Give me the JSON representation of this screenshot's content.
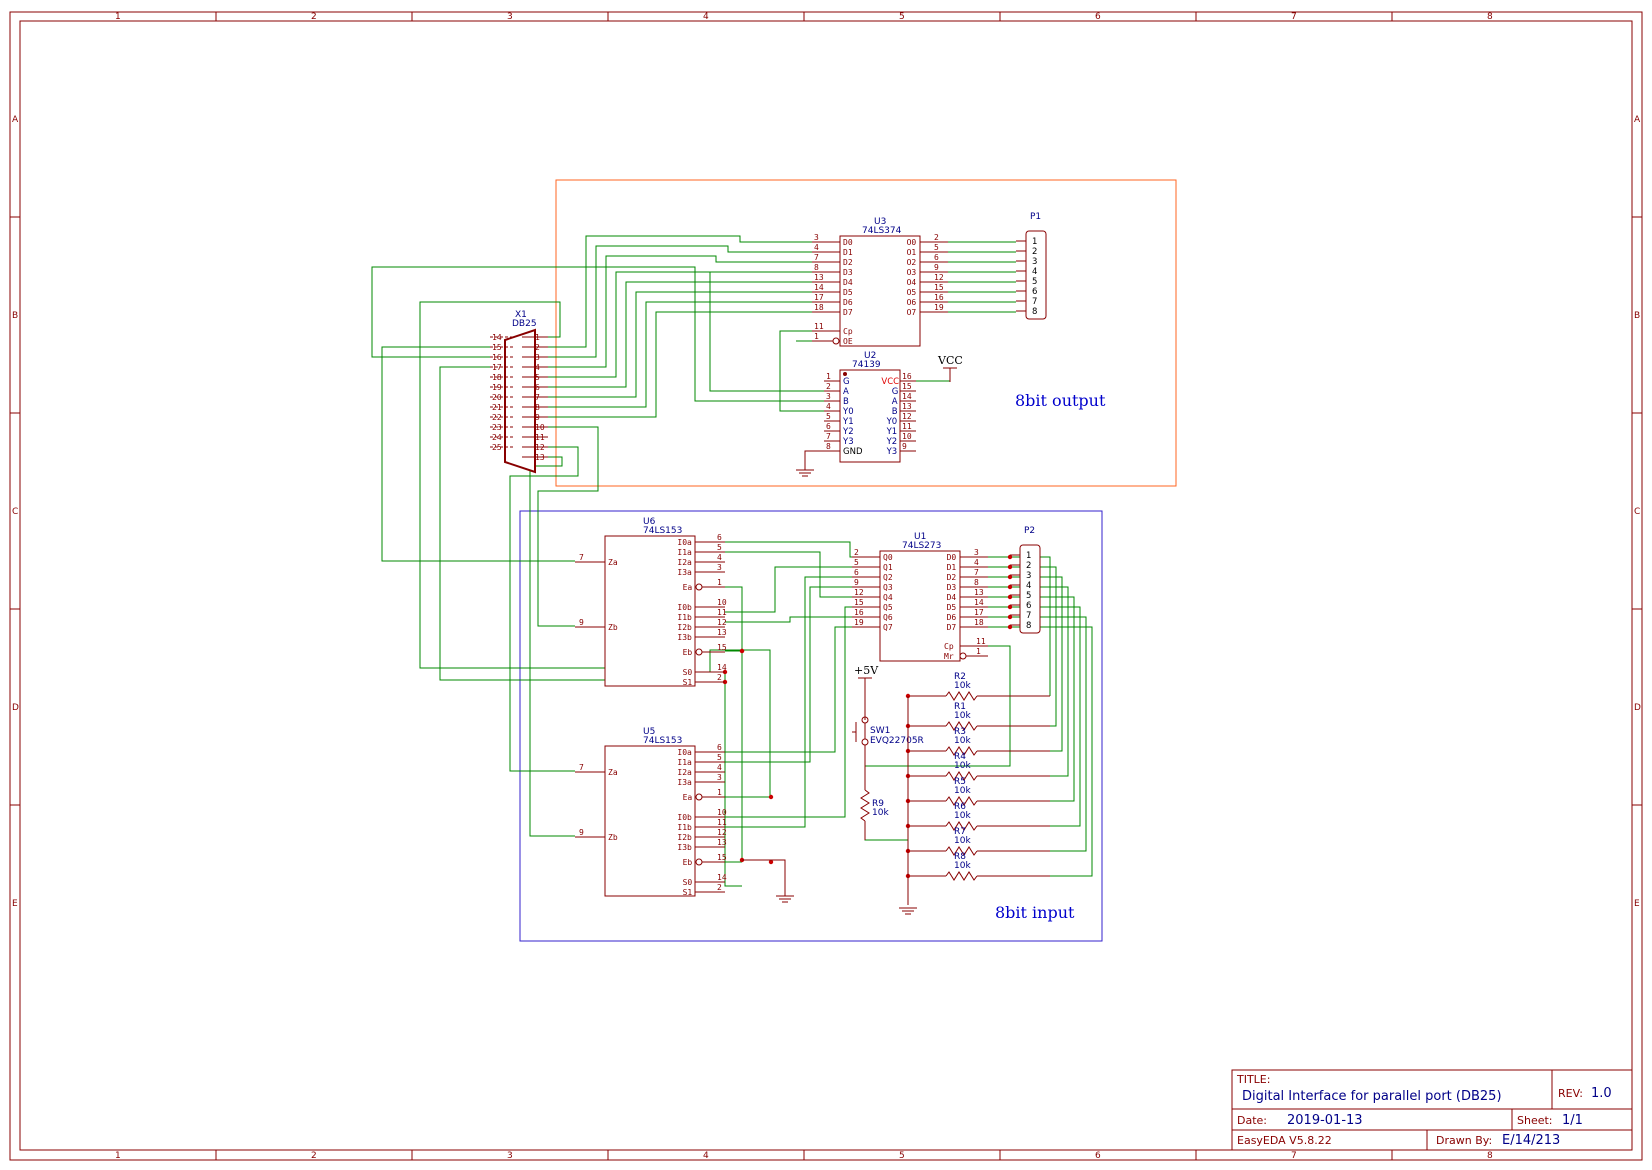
{
  "sheet": {
    "col_labels": [
      "1",
      "2",
      "3",
      "4",
      "5",
      "6",
      "7",
      "8"
    ],
    "row_labels": [
      "A",
      "B",
      "C",
      "D",
      "E"
    ]
  },
  "notes": {
    "output": "8bit output",
    "input": "8bit input"
  },
  "power": {
    "vcc": "VCC",
    "plus5v": "+5V"
  },
  "parts": {
    "u3": {
      "ref": "U3",
      "value": "74LS374",
      "left_pins": [
        [
          "3",
          "D0"
        ],
        [
          "4",
          "D1"
        ],
        [
          "7",
          "D2"
        ],
        [
          "8",
          "D3"
        ],
        [
          "13",
          "D4"
        ],
        [
          "14",
          "D5"
        ],
        [
          "17",
          "D6"
        ],
        [
          "18",
          "D7"
        ]
      ],
      "right_pins": [
        [
          "2",
          "O0"
        ],
        [
          "5",
          "O1"
        ],
        [
          "6",
          "O2"
        ],
        [
          "9",
          "O3"
        ],
        [
          "12",
          "O4"
        ],
        [
          "15",
          "O5"
        ],
        [
          "16",
          "O6"
        ],
        [
          "19",
          "O7"
        ]
      ],
      "ctrl_pins": [
        [
          "11",
          "Cp"
        ],
        [
          "1",
          "OE"
        ]
      ]
    },
    "u2": {
      "ref": "U2",
      "value": "74139",
      "left_pins": [
        [
          "1",
          "G"
        ],
        [
          "2",
          "A"
        ],
        [
          "3",
          "B"
        ],
        [
          "4",
          "Y0"
        ],
        [
          "5",
          "Y1"
        ],
        [
          "6",
          "Y2"
        ],
        [
          "7",
          "Y3"
        ],
        [
          "8",
          "GND"
        ]
      ],
      "right_pins": [
        [
          "16",
          "VCC"
        ],
        [
          "15",
          "G"
        ],
        [
          "14",
          "A"
        ],
        [
          "13",
          "B"
        ],
        [
          "12",
          "Y0"
        ],
        [
          "11",
          "Y1"
        ],
        [
          "10",
          "Y2"
        ],
        [
          "9",
          "Y3"
        ]
      ]
    },
    "p1": {
      "ref": "P1",
      "pins": [
        "1",
        "2",
        "3",
        "4",
        "5",
        "6",
        "7",
        "8"
      ]
    },
    "p2": {
      "ref": "P2",
      "pins": [
        "1",
        "2",
        "3",
        "4",
        "5",
        "6",
        "7",
        "8"
      ]
    },
    "x1": {
      "ref": "X1",
      "value": "DB25",
      "left_pins": [
        "14",
        "15",
        "16",
        "17",
        "18",
        "19",
        "20",
        "21",
        "22",
        "23",
        "24",
        "25"
      ],
      "right_pins": [
        "1",
        "2",
        "3",
        "4",
        "5",
        "6",
        "7",
        "8",
        "9",
        "10",
        "11",
        "12",
        "13"
      ]
    },
    "u6": {
      "ref": "U6",
      "value": "74LS153",
      "left_pins": [
        [
          "7",
          "Za"
        ],
        [
          "9",
          "Zb"
        ]
      ],
      "right_pins": [
        [
          "6",
          "I0a"
        ],
        [
          "5",
          "I1a"
        ],
        [
          "4",
          "I2a"
        ],
        [
          "3",
          "I3a"
        ],
        [
          "1",
          "Ea"
        ],
        [
          "10",
          "I0b"
        ],
        [
          "11",
          "I1b"
        ],
        [
          "12",
          "I2b"
        ],
        [
          "13",
          "I3b"
        ],
        [
          "15",
          "Eb"
        ],
        [
          "14",
          "S0"
        ],
        [
          "2",
          "S1"
        ]
      ]
    },
    "u5": {
      "ref": "U5",
      "value": "74LS153",
      "left_pins": [
        [
          "7",
          "Za"
        ],
        [
          "9",
          "Zb"
        ]
      ],
      "right_pins": [
        [
          "6",
          "I0a"
        ],
        [
          "5",
          "I1a"
        ],
        [
          "4",
          "I2a"
        ],
        [
          "3",
          "I3a"
        ],
        [
          "1",
          "Ea"
        ],
        [
          "10",
          "I0b"
        ],
        [
          "11",
          "I1b"
        ],
        [
          "12",
          "I2b"
        ],
        [
          "13",
          "I3b"
        ],
        [
          "15",
          "Eb"
        ],
        [
          "14",
          "S0"
        ],
        [
          "2",
          "S1"
        ]
      ]
    },
    "u1": {
      "ref": "U1",
      "value": "74LS273",
      "left_pins": [
        [
          "2",
          "Q0"
        ],
        [
          "5",
          "Q1"
        ],
        [
          "6",
          "Q2"
        ],
        [
          "9",
          "Q3"
        ],
        [
          "12",
          "Q4"
        ],
        [
          "15",
          "Q5"
        ],
        [
          "16",
          "Q6"
        ],
        [
          "19",
          "Q7"
        ]
      ],
      "right_pins": [
        [
          "3",
          "D0"
        ],
        [
          "4",
          "D1"
        ],
        [
          "7",
          "D2"
        ],
        [
          "8",
          "D3"
        ],
        [
          "13",
          "D4"
        ],
        [
          "14",
          "D5"
        ],
        [
          "17",
          "D6"
        ],
        [
          "18",
          "D7"
        ]
      ],
      "ctrl_pins": [
        [
          "11",
          "Cp"
        ],
        [
          "1",
          "Mr"
        ]
      ]
    },
    "sw1": {
      "ref": "SW1",
      "value": "EVQ22705R"
    },
    "resistors": [
      {
        "ref": "R2",
        "value": "10k"
      },
      {
        "ref": "R1",
        "value": "10k"
      },
      {
        "ref": "R3",
        "value": "10k"
      },
      {
        "ref": "R4",
        "value": "10k"
      },
      {
        "ref": "R5",
        "value": "10k"
      },
      {
        "ref": "R6",
        "value": "10k"
      },
      {
        "ref": "R7",
        "value": "10k"
      },
      {
        "ref": "R8",
        "value": "10k"
      }
    ],
    "r9": {
      "ref": "R9",
      "value": "10k"
    }
  },
  "title_block": {
    "title_label": "TITLE:",
    "title": "Digital Interface for parallel port (DB25)",
    "rev_label": "REV:",
    "rev": "1.0",
    "date_label": "Date:",
    "date": "2019-01-13",
    "sheet_label": "Sheet:",
    "sheet": "1/1",
    "tool": "EasyEDA V5.8.22",
    "drawn_label": "Drawn By:",
    "drawn_by": "E/14/213"
  }
}
